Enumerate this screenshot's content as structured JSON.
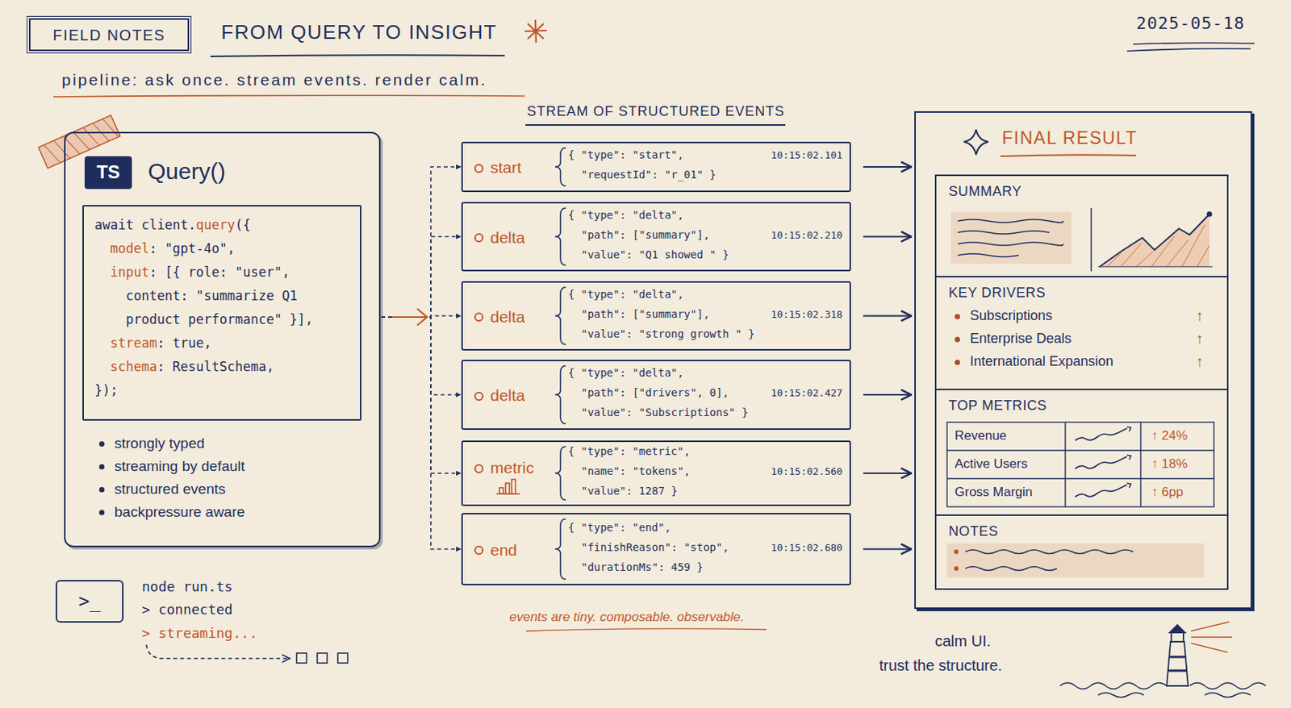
{
  "diagram": {
    "title": "FROM QUERY TO INSIGHT",
    "nodes": [
      {
        "text": [
          "FIELD NOTES"
        ]
      },
      {
        "text": [
          "Query()",
          "strongly typed",
          "streaming by default",
          "structured events",
          "backpressure aware"
        ]
      },
      {
        "text": [
          "TS"
        ],
        "in": 1
      },
      {
        "text": [
          "await client.",
          "query",
          "({",
          "model",
          ": \"gpt-4o\",",
          "input",
          ": [{ role: \"user\",",
          "content: \"summarize Q1",
          "product performance\" }],",
          "stream",
          ": true,",
          "schema",
          ": ResultSchema,",
          "});"
        ],
        "in": 1
      },
      {
        "text": [
          ">_"
        ]
      },
      {
        "text": [
          "start",
          "{ \"type\": \"start\",",
          "\"requestId\": \"r_01\" }",
          "10:15:02.101"
        ]
      },
      {
        "text": [
          "delta",
          "{ \"type\": \"delta\",",
          "\"path\": [\"summary\"],",
          "\"value\": \"Q1 showed \" }",
          "10:15:02.210"
        ]
      },
      {
        "text": [
          "delta",
          "{ \"type\": \"delta\",",
          "\"path\": [\"summary\"],",
          "\"value\": \"strong growth \" }",
          "10:15:02.318"
        ]
      },
      {
        "text": [
          "delta",
          "{ \"type\": \"delta\",",
          "\"path\": [\"drivers\", 0],",
          "\"value\": \"Subscriptions\" }",
          "10:15:02.427"
        ]
      },
      {
        "text": [
          "metric",
          "{ \"type\": \"metric\",",
          "\"name\": \"tokens\",",
          "\"value\": 1287 }",
          "10:15:02.560"
        ]
      },
      {
        "text": [
          "end",
          "{ \"type\": \"end\",",
          "\"finishReason\": \"stop\",",
          "\"durationMs\": 459 }",
          "10:15:02.680"
        ]
      },
      {
        "text": [
          "FINAL RESULT"
        ]
      },
      {
        "text": [
          "SUMMARY"
        ],
        "in": 11
      },
      {
        "text": [
          "KEY DRIVERS",
          "Subscriptions",
          "↑",
          "Enterprise Deals",
          "↑",
          "International Expansion",
          "↑"
        ],
        "in": 11
      },
      {
        "text": [
          "TOP METRICS",
          "Revenue",
          "↑ 24%",
          "Active Users",
          "↑ 18%",
          "Gross Margin",
          "↑ 6pp"
        ],
        "in": 11
      },
      {
        "text": [
          "NOTES"
        ],
        "in": 11
      }
    ],
    "edges": [
      {
        "from": 1,
        "to": 5,
        "arrow": "to"
      },
      {
        "from": 1,
        "to": 6,
        "arrow": "to"
      },
      {
        "from": 1,
        "to": 7,
        "arrow": "to"
      },
      {
        "from": 1,
        "to": 8,
        "arrow": "to"
      },
      {
        "from": 1,
        "to": 9,
        "arrow": "to"
      },
      {
        "from": 1,
        "to": 10,
        "arrow": "to"
      },
      {
        "from": 5,
        "to": 11,
        "arrow": "to"
      },
      {
        "from": 6,
        "to": 11,
        "arrow": "to"
      },
      {
        "from": 7,
        "to": 11,
        "arrow": "to"
      },
      {
        "from": 8,
        "to": 11,
        "arrow": "to"
      },
      {
        "from": 9,
        "to": 11,
        "arrow": "to"
      },
      {
        "from": 10,
        "to": 11,
        "arrow": "to"
      }
    ],
    "labels": [
      "2025-05-18",
      "pipeline: ask once. stream events. render calm.",
      "STREAM OF STRUCTURED EVENTS",
      "node run.ts",
      "> connected",
      "> streaming...",
      "events are tiny. composable. observable.",
      "calm UI.",
      "trust the structure."
    ]
  }
}
